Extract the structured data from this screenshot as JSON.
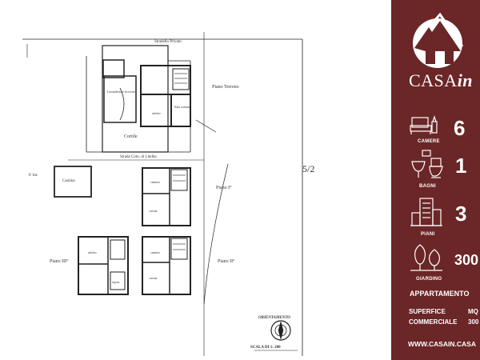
{
  "plan": {
    "labels": {
      "strada_privata": "Stradello Privato",
      "piano_terreno": "Piano Terreno",
      "cortile": "Cortile",
      "strada_com": "Strada Com. di Litelbo",
      "p_int": "P. Int.",
      "cantina": "Cantina",
      "piano_1": "Piano I°",
      "piano_2": "Piano II°",
      "piano_3": "Piano III°",
      "orientamento": "ORIENTAMENTO",
      "scala": "SCALA DI 1: 200",
      "sheet_no": "5/2",
      "lavanderia": "Lavanderia e ricovero",
      "sala_comune": "Sala comune",
      "camera": "camera",
      "cucina": "cucina",
      "salotto": "salotto",
      "ripost": "ripost."
    }
  },
  "sidebar": {
    "brand_main": "CASA",
    "brand_suffix": "in",
    "stats": [
      {
        "icon": "bed-icon",
        "label": "CAMERE",
        "value": "6"
      },
      {
        "icon": "bathroom-icon",
        "label": "BAGNI",
        "value": "1"
      },
      {
        "icon": "building-icon",
        "label": "PIANI",
        "value": "3"
      },
      {
        "icon": "trees-icon",
        "label": "GIARDINO",
        "value": "300"
      }
    ],
    "property_type": "APPARTAMENTO",
    "superficie_label": "SUPERFICE",
    "superficie_unit": "MQ",
    "commerciale_label": "COMMERCIALE",
    "commerciale_value": "300",
    "website": "WWW.CASAIN.CASA"
  },
  "colors": {
    "sidebar_bg": "#6b2627",
    "plan_ink": "#222222"
  }
}
